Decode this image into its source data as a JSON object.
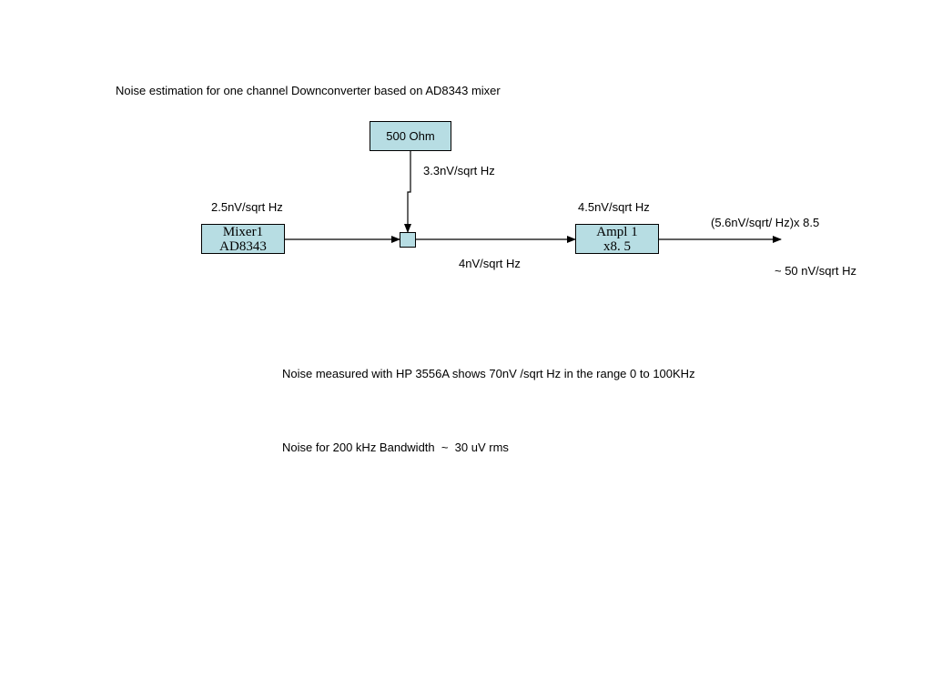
{
  "title": "Noise estimation for one channel Downconverter based on AD8343 mixer",
  "diagram": {
    "resistor_box": {
      "label": "500 Ohm"
    },
    "mixer_box": {
      "line1": "Mixer1",
      "line2": "AD8343"
    },
    "amplifier_box": {
      "line1": "Ampl 1",
      "line2": "x8. 5"
    },
    "labels": {
      "resistor_noise": "3.3nV/sqrt Hz",
      "mixer_noise": "2.5nV/sqrt Hz",
      "amplifier_noise": "4.5nV/sqrt Hz",
      "sum_noise": "4nV/sqrt Hz",
      "output_formula": "(5.6nV/sqrt/ Hz)x 8.5",
      "output_result": "~ 50 nV/sqrt Hz"
    }
  },
  "notes": {
    "measurement": "Noise measured with HP 3556A shows 70nV /sqrt Hz in the range 0 to 100KHz",
    "bandwidth": "Noise for 200 kHz Bandwidth  ~  30 uV rms"
  },
  "colors": {
    "box_fill": "#b7dde3",
    "line": "#000000",
    "background": "#ffffff"
  }
}
